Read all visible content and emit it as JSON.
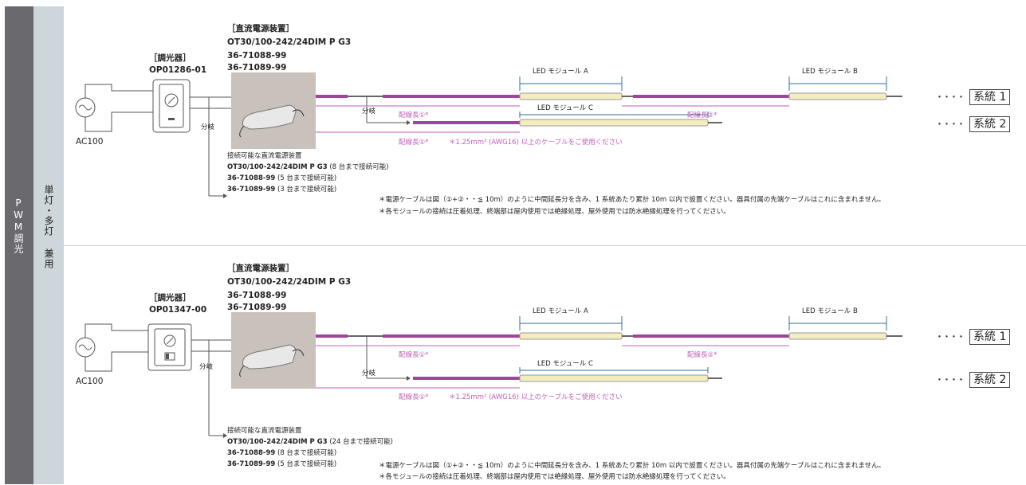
{
  "sidebar": {
    "mode_label": "PWM調光",
    "usage_label": "単灯・多灯 兼用"
  },
  "colors": {
    "cable": "#a0469a",
    "dimension": "#c25fb7",
    "led_module": "#f3eec0",
    "power_box": "#c9c1bb",
    "sidebar_dark": "#6a6a6e",
    "sidebar_light": "#cdd6db"
  },
  "panels": [
    {
      "psu_header": "［直流電源装置］",
      "psu_model": "OT30/100-242/24DIM P G3",
      "psu_code1": "36-71088-99",
      "psu_code2": "36-71089-99",
      "dimmer_header": "［調光器］",
      "dimmer_model": "OP01286-01",
      "ac_label": "AC100",
      "branch1": "分岐",
      "branch2": "分岐",
      "module_a": "LED モジュール A",
      "module_b": "LED モジュール B",
      "module_c": "LED モジュール C",
      "len1": "配線長①*",
      "len2": "配線長②*",
      "len3": "配線長①*",
      "cable_note": "＊1.25mm² (AWG16) 以上のケーブルをご使用ください",
      "system1": "系統 1",
      "system2": "系統 2",
      "ellipsis": "････",
      "connect_header": "接続可能な直流電源装置",
      "connect1_model": "OT30/100-242/24DIM P G3",
      "connect1_qty": "(8 台まで接続可能)",
      "connect2_model": "36-71088-99",
      "connect2_qty": "(5 台まで接続可能)",
      "connect3_model": "36-71089-99",
      "connect3_qty": "(3 台まで接続可能)",
      "note1": "＊電源ケーブルは図（①+②・・≦ 10m）のように中間延長分を含み、1 系統あたり累計 10m 以内で設置ください。器具付属の先端ケーブルはこれに含まれません。",
      "note2": "＊各モジュールの接続は圧着処理、終端部は屋内使用では絶縁処理、屋外使用では防水絶縁処理を行ってください。"
    },
    {
      "psu_header": "［直流電源装置］",
      "psu_model": "OT30/100-242/24DIM P G3",
      "psu_code1": "36-71088-99",
      "psu_code2": "36-71089-99",
      "dimmer_header": "［調光器］",
      "dimmer_model": "OP01347-00",
      "ac_label": "AC100",
      "branch1": "分岐",
      "branch2": "分岐",
      "module_a": "LED モジュール A",
      "module_b": "LED モジュール B",
      "module_c": "LED モジュール C",
      "len1": "配線長①*",
      "len2": "配線長②*",
      "len3": "配線長①*",
      "cable_note": "＊1.25mm² (AWG16) 以上のケーブルをご使用ください",
      "system1": "系統 1",
      "system2": "系統 2",
      "ellipsis": "････",
      "connect_header": "接続可能な直流電源装置",
      "connect1_model": "OT30/100-242/24DIM P G3",
      "connect1_qty": "(24 台まで接続可能)",
      "connect2_model": "36-71088-99",
      "connect2_qty": "(8 台まで接続可能)",
      "connect3_model": "36-71089-99",
      "connect3_qty": "(5 台まで接続可能)",
      "note1": "＊電源ケーブルは図（①+②・・≦ 10m）のように中間延長分を含み、1 系統あたり累計 10m 以内で設置ください。器具付属の先端ケーブルはこれに含まれません。",
      "note2": "＊各モジュールの接続は圧着処理、終端部は屋内使用では絶縁処理、屋外使用では防水絶縁処理を行ってください。"
    }
  ]
}
